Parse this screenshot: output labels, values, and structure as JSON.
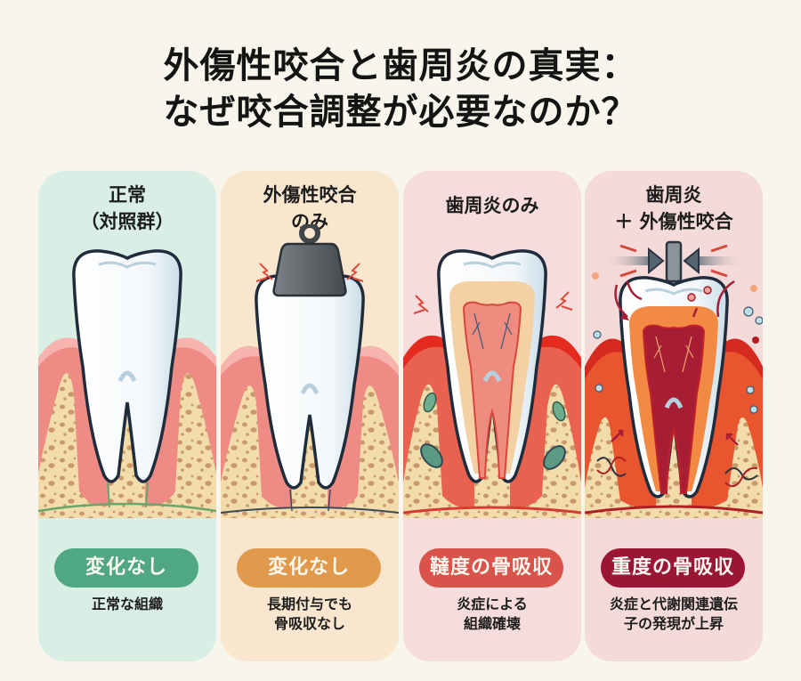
{
  "title": {
    "line1": "外傷性咬合と歯周炎の真実：",
    "line2": "なぜ咬合調整が必要なのか？"
  },
  "panels": [
    {
      "id": "normal",
      "heading": [
        "正常",
        "（対照群）"
      ],
      "illustration": "healthy-tooth",
      "badge": "変化なし",
      "badge_color": "#4fa783",
      "background": "#d9efe5",
      "description": [
        "正常な組織"
      ]
    },
    {
      "id": "trauma-only",
      "heading": [
        "外傷性咬合",
        "のみ"
      ],
      "illustration": "tooth-with-weight",
      "badge": "変化なし",
      "badge_color": "#e19a4c",
      "background": "#f9e6cf",
      "description": [
        "長期付与でも",
        "骨吸収なし"
      ]
    },
    {
      "id": "periodontitis-only",
      "heading": [
        "歯周炎のみ"
      ],
      "illustration": "inflamed-tooth-with-bacteria",
      "badge": "韃度の骨吸収",
      "badge_color": "#d9534a",
      "background": "#f6dcdc",
      "description": [
        "炎症による",
        "組織確壊"
      ]
    },
    {
      "id": "periodontitis-plus-trauma",
      "heading": [
        "歯周炎",
        "＋ 外傷性咬合"
      ],
      "illustration": "severe-inflamed-tooth-with-compression",
      "badge": "重度の骨吸収",
      "badge_color": "#9b1535",
      "background": "#f4dad8",
      "description": [
        "炎症と代謝関連遺伝",
        "子の発現が上昇"
      ]
    }
  ]
}
